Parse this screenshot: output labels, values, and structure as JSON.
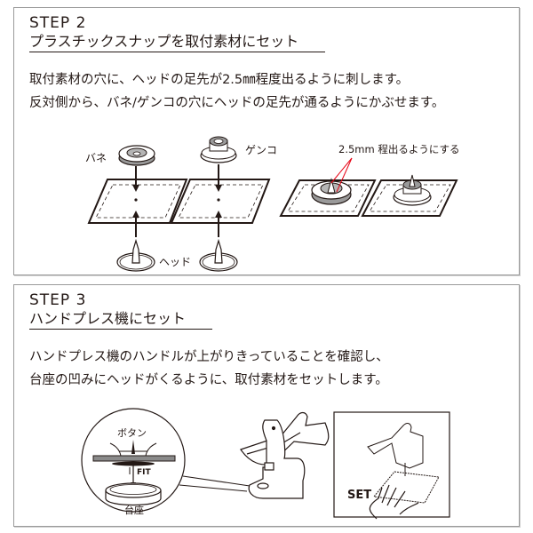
{
  "step2": {
    "step_label": "STEP 2",
    "title": "プラスチックスナップを取付素材にセット",
    "body_lines": [
      "取付素材の穴に、ヘッドの足先が2.5㎜程度出るように刺します。",
      "反対側から、バネ/ゲンコの穴にヘッドの足先が通るようにかぶせます。"
    ],
    "figure": {
      "label_bane": "バネ",
      "label_genko": "ゲンコ",
      "label_head": "ヘッド",
      "callout": "2.5mm 程出るようにする",
      "callout_color": "#e60012"
    }
  },
  "step3": {
    "step_label": "STEP 3",
    "title": "ハンドプレス機にセット",
    "body_lines": [
      "ハンドプレス機のハンドルが上がりきっていることを確認し、",
      "台座の凹みにヘッドがくるように、取付素材をセットします。"
    ],
    "figure": {
      "label_button": "ボタン",
      "label_fit": "FIT",
      "label_base": "台座",
      "label_set": "SET"
    }
  }
}
